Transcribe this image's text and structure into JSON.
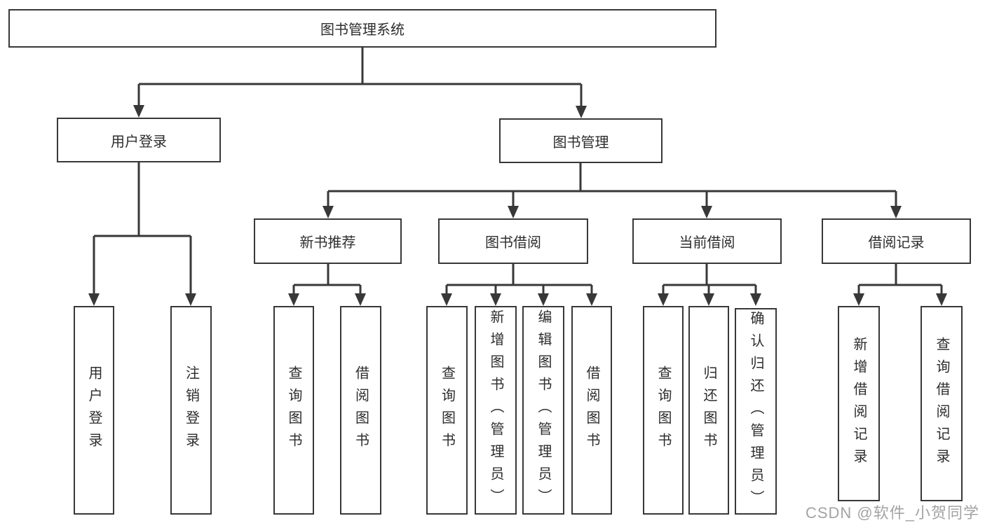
{
  "title": "图书管理系统",
  "colors": {
    "line": "#383838",
    "box_border": "#383838",
    "text": "#2d2d2d",
    "watermark": "#a3a3a3",
    "background": "#ffffff"
  },
  "tree": {
    "root": {
      "label": "图书管理系统"
    },
    "level2": [
      {
        "label": "用户登录"
      },
      {
        "label": "图书管理"
      }
    ],
    "level3": [
      {
        "label": "新书推荐"
      },
      {
        "label": "图书借阅"
      },
      {
        "label": "当前借阅"
      },
      {
        "label": "借阅记录"
      }
    ],
    "leaves": {
      "user_login": [
        "用户登录",
        "注销登录"
      ],
      "new_book": [
        "查询图书",
        "借阅图书"
      ],
      "book_borrow": [
        "查询图书",
        "新增图书（管理员）",
        "编辑图书（管理员）",
        "借阅图书"
      ],
      "current_borrow": [
        "查询图书",
        "归还图书",
        "确认归还（管理员）"
      ],
      "borrow_records": [
        "新增借阅记录",
        "查询借阅记录"
      ]
    }
  },
  "watermark": "CSDN @软件_小贺同学"
}
